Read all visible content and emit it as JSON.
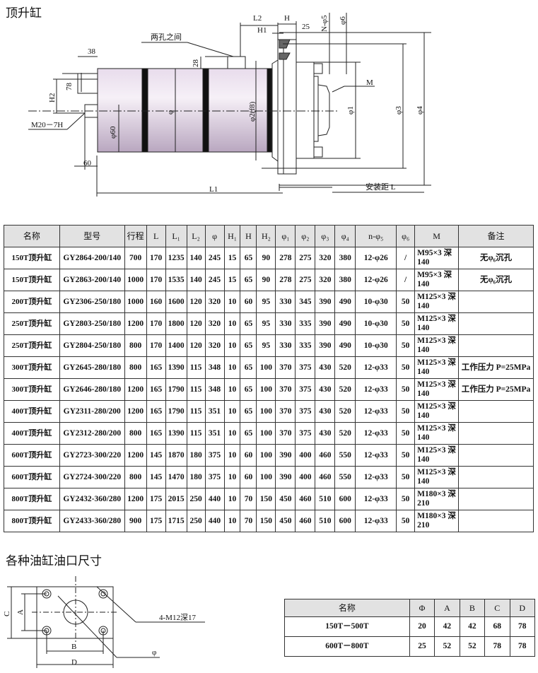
{
  "title": "顶升缸",
  "drawing": {
    "between_holes": "两孔之间",
    "L2": "L2",
    "H": "H",
    "H1": "H1",
    "d25": "25",
    "n_phi5": "N-φ5",
    "phi6": "φ6",
    "d38": "38",
    "d28": "28",
    "d78": "78",
    "H2": "H2",
    "thread": "M20－7H",
    "phi60": "φ60",
    "phi": "φ",
    "phi2": "φ2(f8)",
    "M": "M",
    "phi1": "φ1",
    "phi3": "φ3",
    "phi4": "φ4",
    "d60": "60",
    "L1": "L1",
    "install": "安装距 L"
  },
  "spec_table": {
    "headers": [
      "名称",
      "型号",
      "行程",
      "L",
      "L₁",
      "L₂",
      "φ",
      "H₁",
      "H",
      "H₂",
      "φ₁",
      "φ₂",
      "φ₃",
      "φ₄",
      "n-φ₅",
      "φ₆",
      "M",
      "备注"
    ],
    "rows": [
      [
        "150T顶升缸",
        "GY2864-200/140",
        "700",
        "170",
        "1235",
        "140",
        "245",
        "15",
        "65",
        "90",
        "278",
        "275",
        "320",
        "380",
        "12-φ26",
        "/",
        "M95×3 深140",
        "无φ₆沉孔"
      ],
      [
        "150T顶升缸",
        "GY2863-200/140",
        "1000",
        "170",
        "1535",
        "140",
        "245",
        "15",
        "65",
        "90",
        "278",
        "275",
        "320",
        "380",
        "12-φ26",
        "/",
        "M95×3 深140",
        "无φ₆沉孔"
      ],
      [
        "200T顶升缸",
        "GY2306-250/180",
        "1000",
        "160",
        "1600",
        "120",
        "320",
        "10",
        "60",
        "95",
        "330",
        "345",
        "390",
        "490",
        "10-φ30",
        "50",
        "M125×3 深140",
        ""
      ],
      [
        "250T顶升缸",
        "GY2803-250/180",
        "1200",
        "170",
        "1800",
        "120",
        "320",
        "10",
        "65",
        "95",
        "330",
        "335",
        "390",
        "490",
        "10-φ30",
        "50",
        "M125×3 深140",
        ""
      ],
      [
        "250T顶升缸",
        "GY2804-250/180",
        "800",
        "170",
        "1400",
        "120",
        "320",
        "10",
        "65",
        "95",
        "330",
        "335",
        "390",
        "490",
        "10-φ30",
        "50",
        "M125×3 深140",
        ""
      ],
      [
        "300T顶升缸",
        "GY2645-280/180",
        "800",
        "165",
        "1390",
        "115",
        "348",
        "10",
        "65",
        "100",
        "370",
        "375",
        "430",
        "520",
        "12-φ33",
        "50",
        "M125×3 深140",
        "工作压力 P=25MPa"
      ],
      [
        "300T顶升缸",
        "GY2646-280/180",
        "1200",
        "165",
        "1790",
        "115",
        "348",
        "10",
        "65",
        "100",
        "370",
        "375",
        "430",
        "520",
        "12-φ33",
        "50",
        "M125×3 深140",
        "工作压力 P=25MPa"
      ],
      [
        "400T顶升缸",
        "GY2311-280/200",
        "1200",
        "165",
        "1790",
        "115",
        "351",
        "10",
        "65",
        "100",
        "370",
        "375",
        "430",
        "520",
        "12-φ33",
        "50",
        "M125×3 深140",
        ""
      ],
      [
        "400T顶升缸",
        "GY2312-280/200",
        "800",
        "165",
        "1390",
        "115",
        "351",
        "10",
        "65",
        "100",
        "370",
        "375",
        "430",
        "520",
        "12-φ33",
        "50",
        "M125×3 深140",
        ""
      ],
      [
        "600T顶升缸",
        "GY2723-300/220",
        "1200",
        "145",
        "1870",
        "180",
        "375",
        "10",
        "60",
        "100",
        "390",
        "400",
        "460",
        "550",
        "12-φ33",
        "50",
        "M125×3 深140",
        ""
      ],
      [
        "600T顶升缸",
        "GY2724-300/220",
        "800",
        "145",
        "1470",
        "180",
        "375",
        "10",
        "60",
        "100",
        "390",
        "400",
        "460",
        "550",
        "12-φ33",
        "50",
        "M125×3 深140",
        ""
      ],
      [
        "800T顶升缸",
        "GY2432-360/280",
        "1200",
        "175",
        "2015",
        "250",
        "440",
        "10",
        "70",
        "150",
        "450",
        "460",
        "510",
        "600",
        "12-φ33",
        "50",
        "M180×3 深210",
        ""
      ],
      [
        "800T顶升缸",
        "GY2433-360/280",
        "900",
        "175",
        "1715",
        "250",
        "440",
        "10",
        "70",
        "150",
        "450",
        "460",
        "510",
        "600",
        "12-φ33",
        "50",
        "M180×3 深210",
        ""
      ]
    ]
  },
  "port_title": "各种油缸油口尺寸",
  "port_drawing": {
    "C": "C",
    "A": "A",
    "B": "B",
    "D": "D",
    "holes": "4-M12深17",
    "phi": "φ"
  },
  "port_table": {
    "headers": [
      "名称",
      "Φ",
      "A",
      "B",
      "C",
      "D"
    ],
    "rows": [
      [
        "150T－500T",
        "20",
        "42",
        "42",
        "68",
        "78"
      ],
      [
        "600T－800T",
        "25",
        "52",
        "52",
        "78",
        "78"
      ]
    ]
  }
}
